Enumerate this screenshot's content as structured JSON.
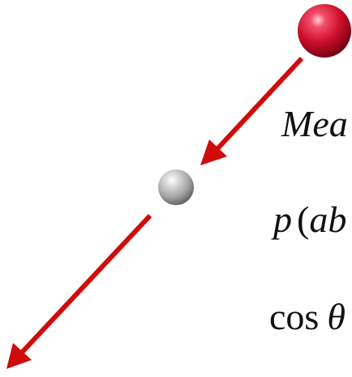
{
  "labels": {
    "measured": "Mea",
    "probability_prefix": "p",
    "probability_paren": "(",
    "probability_var": "ab",
    "cosine_func": "cos",
    "cosine_var": "θ"
  },
  "colors": {
    "arrow": "#d10a0a",
    "red_sphere": "#d0102a",
    "gray_sphere": "#a9a9a9",
    "text": "#111111"
  },
  "icons": {
    "large_sphere": "red-sphere-icon",
    "small_sphere": "gray-sphere-icon"
  }
}
